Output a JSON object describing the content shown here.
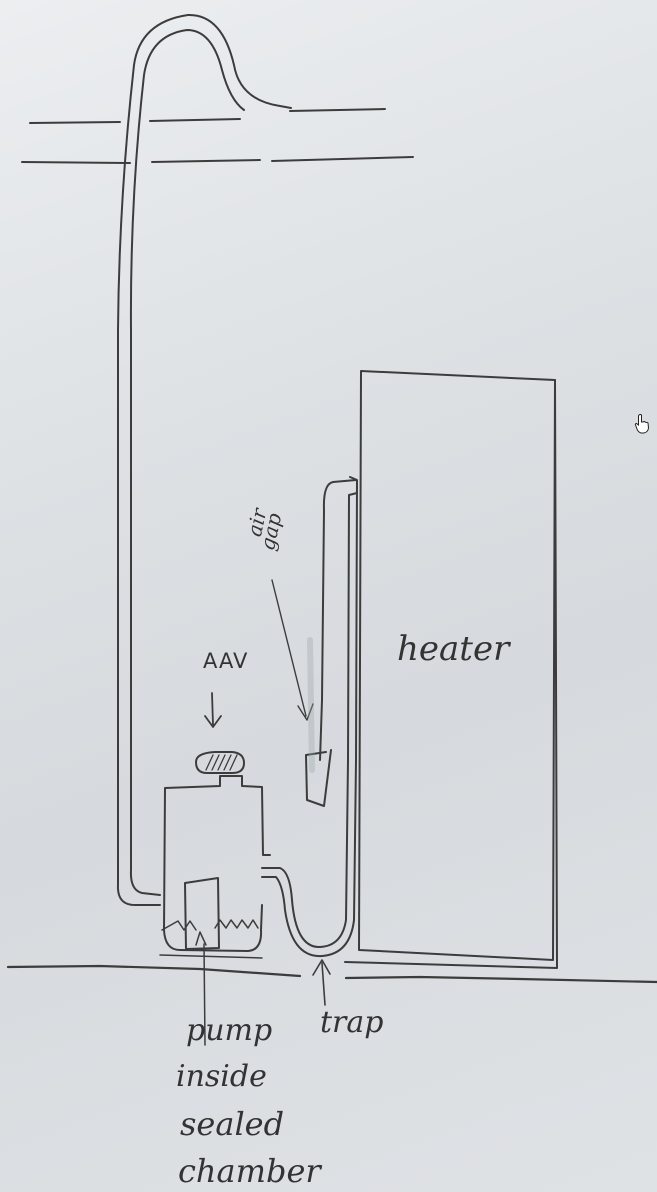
{
  "labels": {
    "aav": "AAV",
    "heater": "heater",
    "air_gap": [
      "air",
      "gap"
    ],
    "trap": "trap",
    "pump": [
      "pump",
      "inside",
      "sealed",
      "chamber"
    ]
  },
  "colors": {
    "paper": "#dfe2e5",
    "pencil": "#3c3c3c"
  },
  "icons": {
    "cursor": "hand-pointer-icon"
  }
}
